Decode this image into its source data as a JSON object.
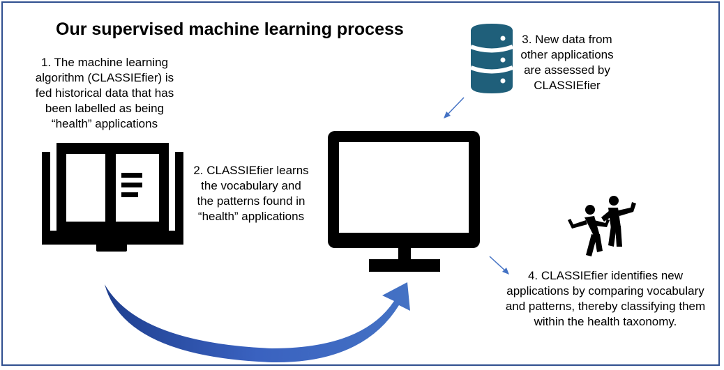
{
  "title": "Our supervised machine learning process",
  "steps": [
    {
      "lines": [
        "1. The machine learning",
        "algorithm (CLASSIEfier) is",
        "fed historical data that has",
        "been labelled as being",
        "“health” applications"
      ]
    },
    {
      "lines": [
        "2. CLASSIEfier learns",
        "the vocabulary and",
        "the patterns found in",
        "“health” applications"
      ]
    },
    {
      "lines": [
        "3. New data from",
        "other applications",
        "are assessed by",
        "CLASSIEfier"
      ]
    },
    {
      "lines": [
        "4. CLASSIEfier identifies new",
        "applications by comparing vocabulary",
        "and patterns, thereby classifying them",
        "within the health taxonomy."
      ]
    }
  ],
  "icons": [
    "book-icon",
    "database-icon",
    "monitor-icon",
    "people-icon"
  ],
  "colors": {
    "frame": "#2f4f8f",
    "database": "#1f5f7a",
    "arrow": "#4472c4",
    "arrow_dark": "#1f3f8f"
  }
}
